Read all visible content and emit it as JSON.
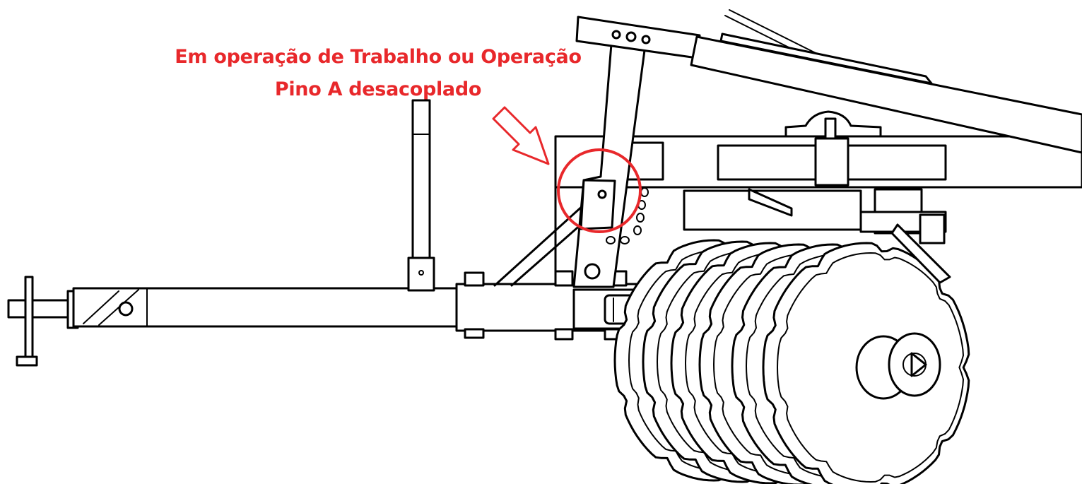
{
  "annotation": {
    "line1": "Em operação de Trabalho ou Operação",
    "line2": "Pino A desacoplado",
    "color": "#e8282b"
  },
  "drawing": {
    "subject": "disc harrow hitch side view",
    "highlight_color": "#e8282b"
  }
}
